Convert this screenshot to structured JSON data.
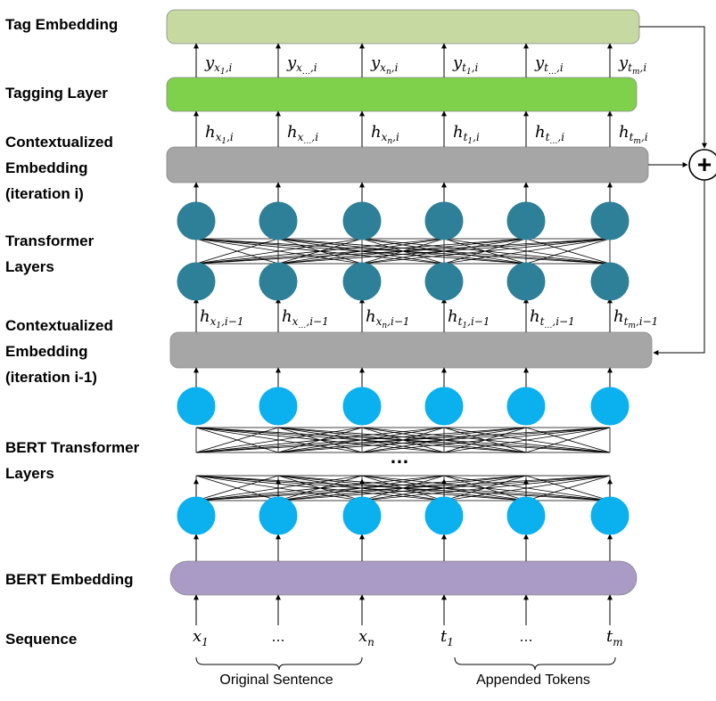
{
  "labels": {
    "tag_embedding": "Tag Embedding",
    "tagging_layer": "Tagging Layer",
    "ctx_embedding_i": [
      "Contextualized",
      "Embedding",
      "(iteration i)"
    ],
    "transformer_layers": [
      "Transformer",
      "Layers"
    ],
    "ctx_embedding_prev": [
      "Contextualized",
      "Embedding",
      "(iteration i-1)"
    ],
    "bert_transformer_layers": [
      "BERT Transformer",
      "Layers"
    ],
    "bert_embedding": "BERT Embedding",
    "sequence": "Sequence"
  },
  "tokens": [
    {
      "base": "x",
      "sub": "1",
      "ellipsis": false
    },
    {
      "base": "…",
      "sub": "",
      "ellipsis": true
    },
    {
      "base": "x",
      "sub": "n",
      "ellipsis": false
    },
    {
      "base": "t",
      "sub": "1",
      "ellipsis": false
    },
    {
      "base": "…",
      "sub": "",
      "ellipsis": true
    },
    {
      "base": "t",
      "sub": "m",
      "ellipsis": false
    }
  ],
  "symbols": {
    "y_row": [
      {
        "base": "y",
        "sub": "x",
        "subsub": "1",
        "tail": ",i"
      },
      {
        "base": "y",
        "sub": "x",
        "subsub": "…",
        "tail": ",i"
      },
      {
        "base": "y",
        "sub": "x",
        "subsub": "n",
        "tail": ",i"
      },
      {
        "base": "y",
        "sub": "t",
        "subsub": "1",
        "tail": ",i"
      },
      {
        "base": "y",
        "sub": "t",
        "subsub": "…",
        "tail": ",i"
      },
      {
        "base": "y",
        "sub": "t",
        "subsub": "m",
        "tail": ",i"
      }
    ],
    "h_row_i": [
      {
        "base": "h",
        "sub": "x",
        "subsub": "1",
        "tail": ",i"
      },
      {
        "base": "h",
        "sub": "x",
        "subsub": "…",
        "tail": ",i"
      },
      {
        "base": "h",
        "sub": "x",
        "subsub": "n",
        "tail": ",i"
      },
      {
        "base": "h",
        "sub": "t",
        "subsub": "1",
        "tail": ",i"
      },
      {
        "base": "h",
        "sub": "t",
        "subsub": "…",
        "tail": ",i"
      },
      {
        "base": "h",
        "sub": "t",
        "subsub": "m",
        "tail": ",i"
      }
    ],
    "h_row_prev": [
      {
        "base": "h",
        "sub": "x",
        "subsub": "1",
        "tail": ",i−1"
      },
      {
        "base": "h",
        "sub": "x",
        "subsub": "…",
        "tail": ",i−1"
      },
      {
        "base": "h",
        "sub": "x",
        "subsub": "n",
        "tail": ",i−1"
      },
      {
        "base": "h",
        "sub": "t",
        "subsub": "1",
        "tail": ",i−1"
      },
      {
        "base": "h",
        "sub": "t",
        "subsub": "…",
        "tail": ",i−1"
      },
      {
        "base": "h",
        "sub": "t",
        "subsub": "m",
        "tail": ",i−1"
      }
    ]
  },
  "group_labels": {
    "original": "Original Sentence",
    "appended": "Appended Tokens"
  },
  "layer_gap_marker": "…",
  "plus_symbol": "+",
  "colors": {
    "tag_embedding": "#c5d9a0",
    "tagging_layer": "#7fd14b",
    "contextualized": "#a6a6a6",
    "bert_embedding": "#a99ac6",
    "transformer_node": "#2e7f98",
    "bert_node": "#0bb0ef"
  }
}
